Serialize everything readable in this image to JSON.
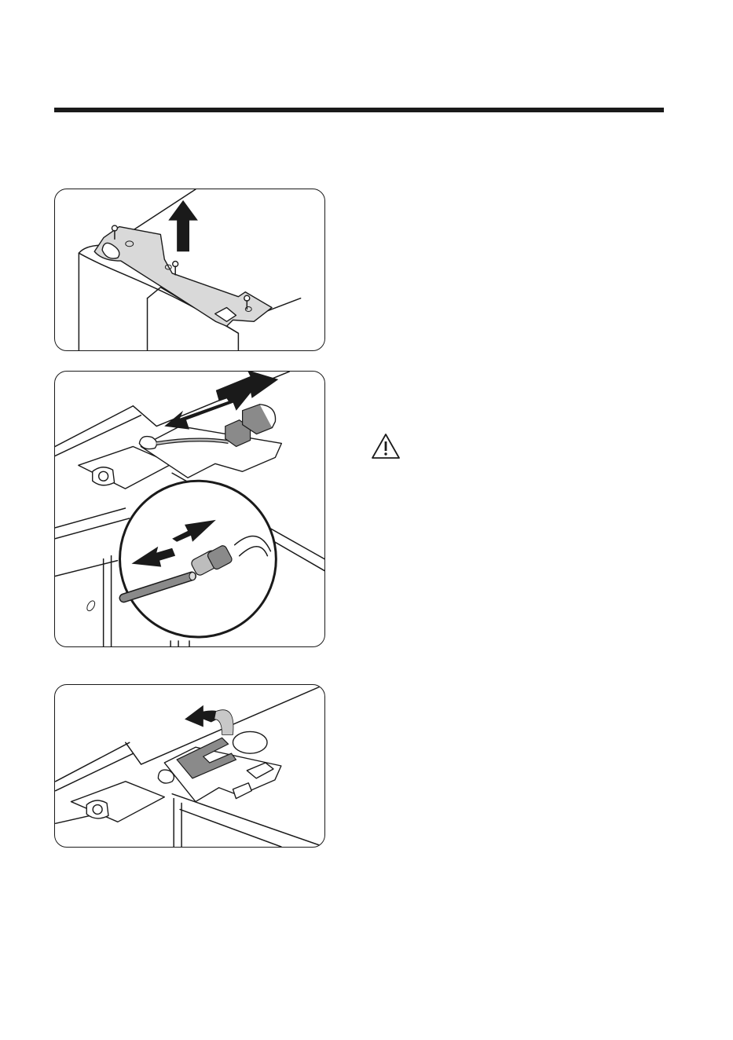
{
  "figures": [
    {
      "id": "step-1",
      "icon": "upward-arrow-icon"
    },
    {
      "id": "step-2",
      "icon": "bidirectional-arrow-icon"
    },
    {
      "id": "step-3",
      "icon": "rotate-arrow-icon"
    }
  ],
  "warning": {
    "icon": "warning-triangle-icon"
  },
  "colors": {
    "line": "#1a1a1a",
    "plate": "#d9d9d9",
    "arrow_light": "#c8c8c8"
  }
}
